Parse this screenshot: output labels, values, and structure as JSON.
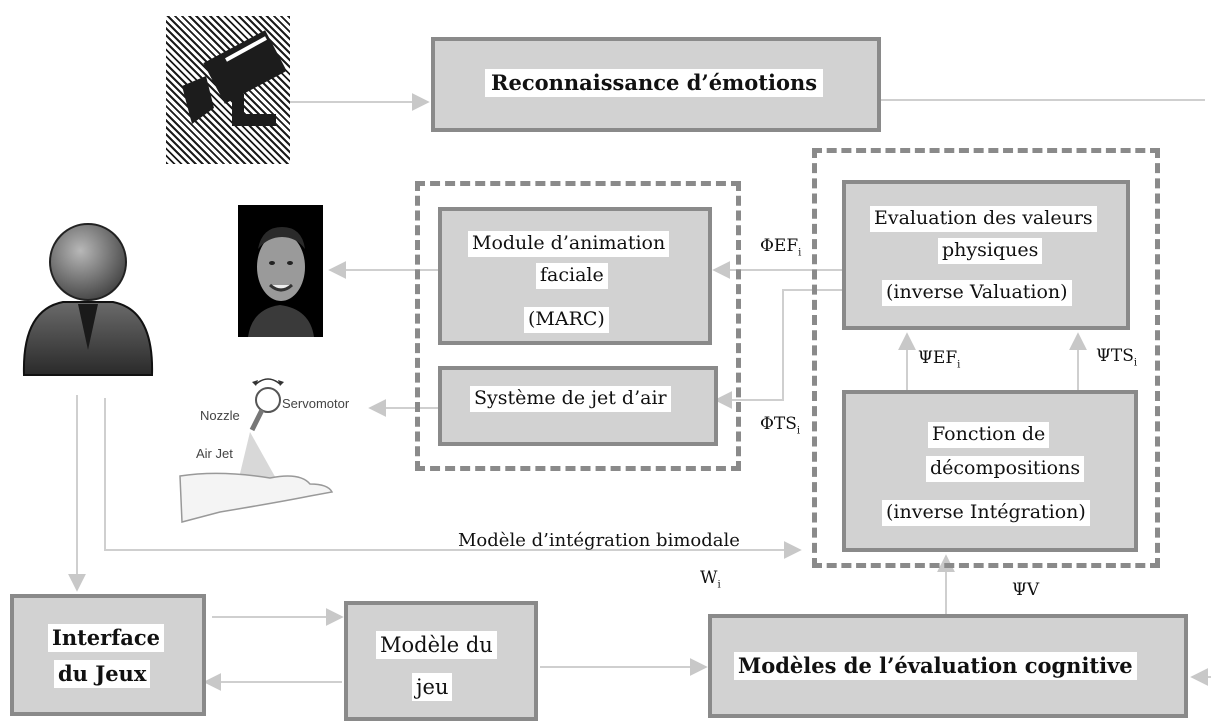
{
  "top": {
    "emotion_recognition": "Reconnaissance d’émotions"
  },
  "output_group": {
    "facial_animation": [
      "Module d’animation",
      "faciale",
      "(MARC)"
    ],
    "air_jet_system": "Système de jet d’air"
  },
  "inverse_group": {
    "physical_values": [
      "Evaluation des valeurs",
      "physiques",
      "(inverse Valuation)"
    ],
    "decomposition": [
      "Fonction de",
      "décompositions",
      "(inverse Intégration)"
    ]
  },
  "bottom": {
    "game_interface": [
      "Interface",
      "du Jeux"
    ],
    "game_model": [
      "Modèle du",
      "jeu"
    ],
    "cognitive_models": "Modèles de l’évaluation cognitive"
  },
  "signals": {
    "phi_ef": {
      "base": "ΦEF",
      "sub": "i"
    },
    "phi_ts": {
      "base": "ΦTS",
      "sub": "i"
    },
    "psi_ef": {
      "base": "ΨEF",
      "sub": "i"
    },
    "psi_ts": {
      "base": "ΨTS",
      "sub": "i"
    },
    "psi_v": "ΨV",
    "bimodal": "Modèle d’intégration bimodale",
    "w": {
      "base": "W",
      "sub": "i"
    }
  },
  "device_labels": {
    "nozzle": "Nozzle",
    "servomotor": "Servomotor",
    "air_jet": "Air Jet"
  },
  "icons": [
    "camera-icon",
    "user-avatar-icon",
    "face-avatar-image",
    "air-jet-device-illustration"
  ]
}
